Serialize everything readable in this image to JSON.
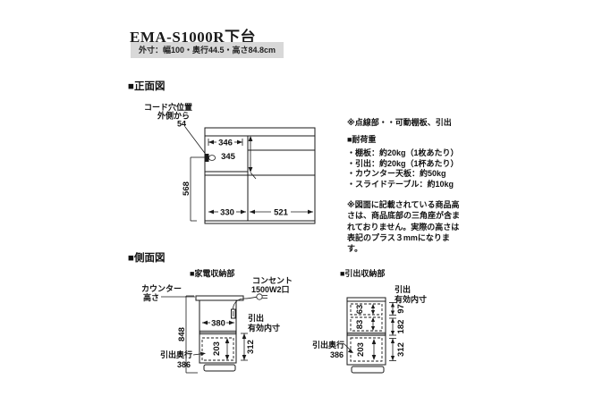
{
  "page": {
    "title": "EMA-S1000R下台",
    "outer_dims": "外寸：幅100・奥行44.5・高さ84.8cm"
  },
  "front_view": {
    "heading": "■正面図",
    "cord_hole": {
      "line1": "コード穴位置",
      "line2": "外側から",
      "value": "54"
    },
    "dims": {
      "inner_width": "346",
      "inner_height": "345",
      "left_height": "568",
      "bottom_left": "330",
      "bottom_right": "521"
    }
  },
  "notes": {
    "dotted": "※点線部・・可動棚板、引出",
    "load_heading": "■耐荷重",
    "load_items": [
      "・棚板：約20kg（1枚あたり）",
      "・引出：約20kg（1杯あたり）",
      "・カウンター天板：約50kg",
      "・スライドテーブル：約10kg"
    ],
    "height_note": [
      "※図面に記載されている商品高",
      "さは、商品底部の三角座が含ま",
      "れておりません。実際の高さは",
      "表記のプラス３mmになります。"
    ]
  },
  "side_view": {
    "heading": "■側面図",
    "appliance": {
      "heading": "■家電収納部",
      "counter_line1": "カウンター",
      "counter_line2": "高さ",
      "outlet_line1": "コンセント",
      "outlet_line2": "1500W2口",
      "inner_label_line1": "引出",
      "inner_label_line2": "有効内寸",
      "depth_label": "引出奥行",
      "depth_value": "386",
      "dims": {
        "total_height": "848",
        "top_depth": "380",
        "drawer_inner": "203",
        "drawer_zone": "312"
      }
    },
    "drawer_unit": {
      "heading": "■引出収納部",
      "inner_label_line1": "引出",
      "inner_label_line2": "有効内寸",
      "depth_label": "引出奥行",
      "depth_value": "386",
      "dims": {
        "d1": "63",
        "d2": "83",
        "d3": "203",
        "r1": "97",
        "r2": "182",
        "r3": "312"
      }
    }
  }
}
